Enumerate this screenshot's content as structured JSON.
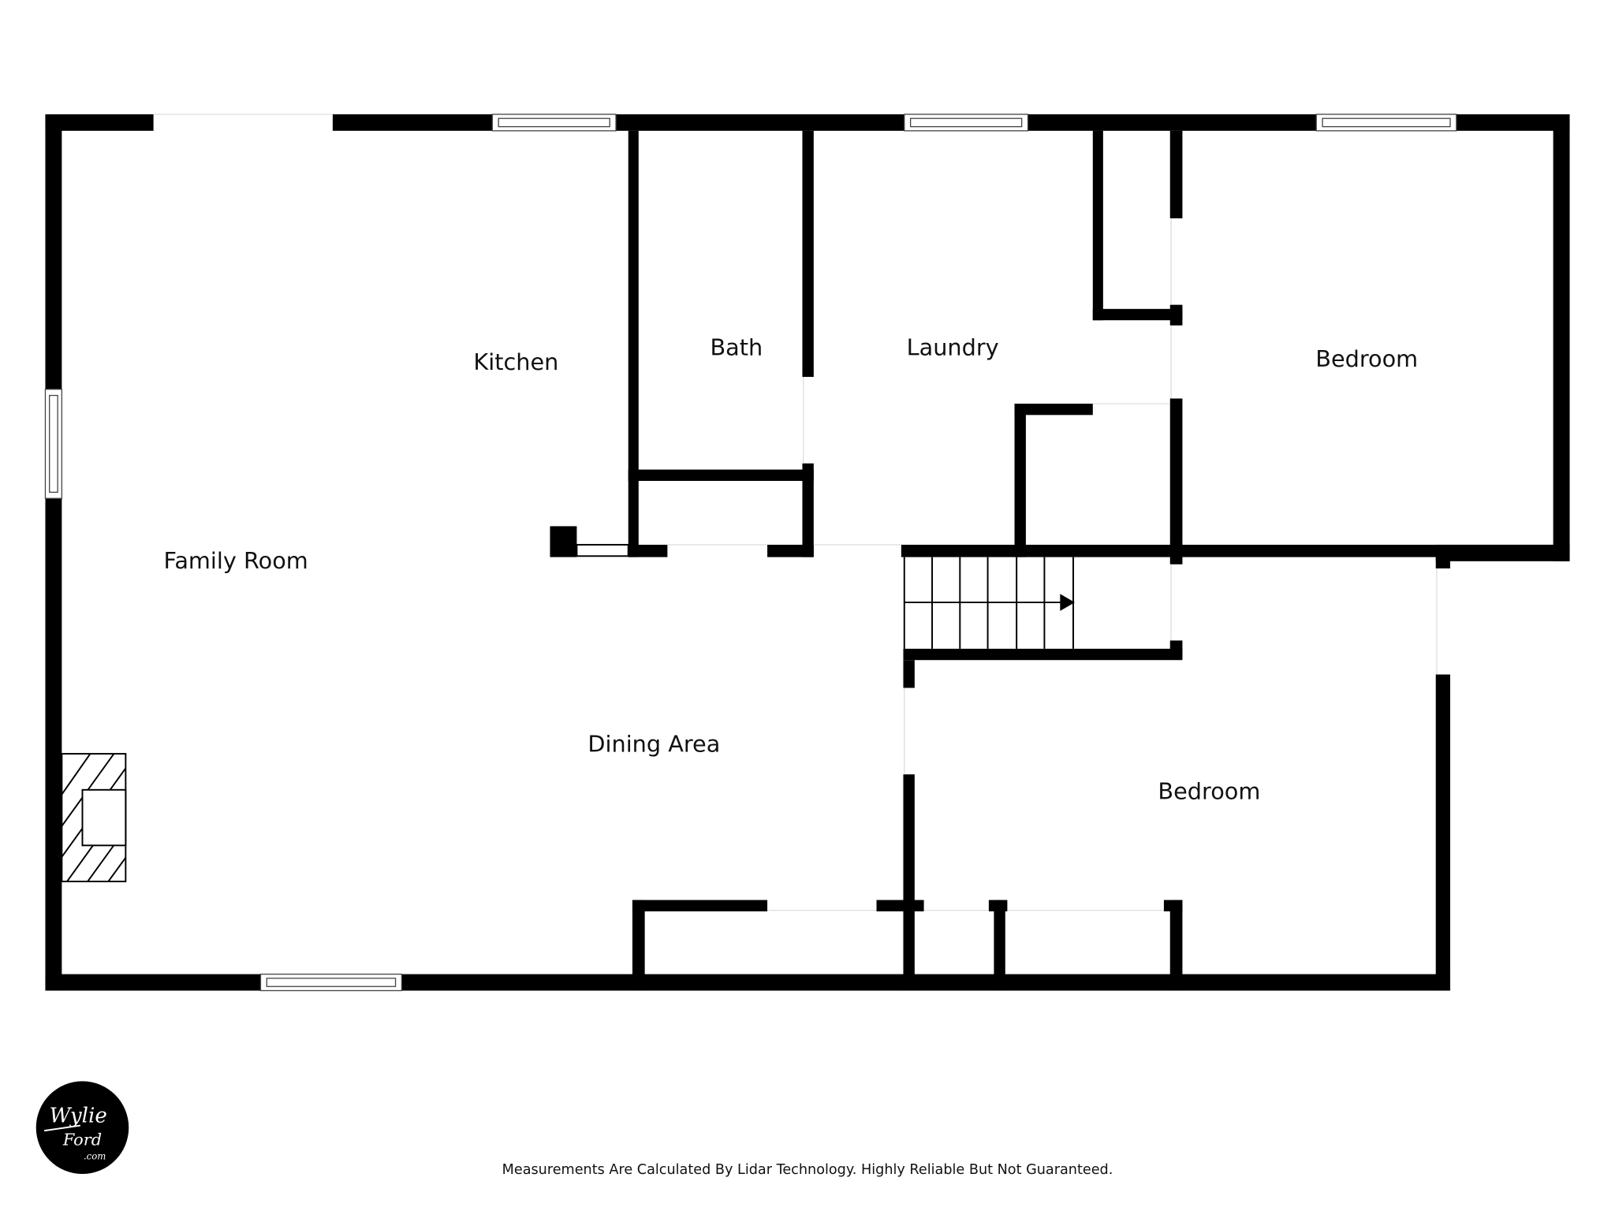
{
  "rooms": {
    "kitchen": "Kitchen",
    "bath": "Bath",
    "laundry": "Laundry",
    "bedroom_upper": "Bedroom",
    "family_room": "Family Room",
    "dining_area": "Dining Area",
    "bedroom_lower": "Bedroom"
  },
  "footer": {
    "disclaimer": "Measurements Are Calculated By Lidar Technology. Highly Reliable But Not Guaranteed."
  },
  "logo": {
    "text": "Wylie Ford .com"
  }
}
